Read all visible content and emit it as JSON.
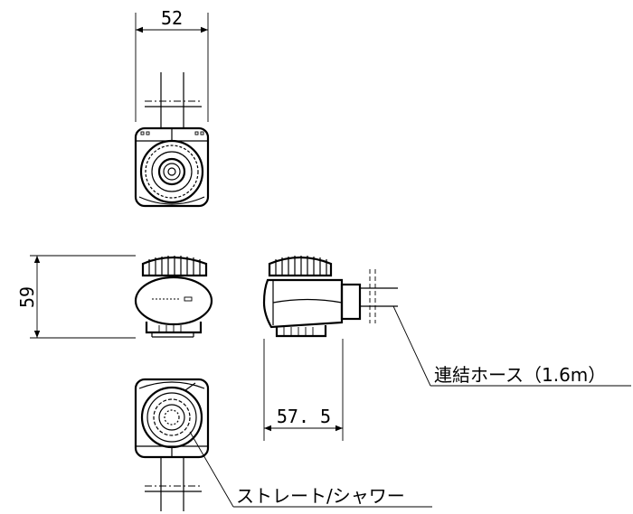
{
  "dimensions": {
    "width_top": "52",
    "height_side": "59",
    "depth_side": "57. 5"
  },
  "labels": {
    "hose": "連結ホース（1.6m）",
    "mode": "ストレート/シャワー"
  },
  "colors": {
    "line": "#000000",
    "background": "#ffffff"
  }
}
